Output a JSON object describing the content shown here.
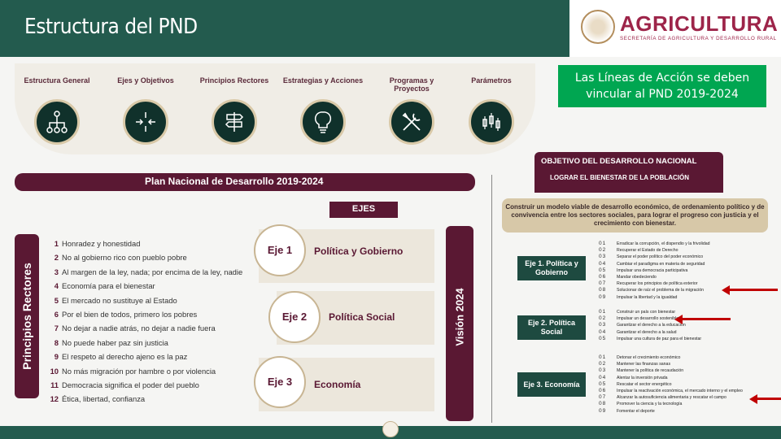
{
  "header": {
    "title": "Estructura del PND",
    "brand": "AGRICULTURA",
    "brand_sub": "SECRETARÍA DE AGRICULTURA Y DESARROLLO RURAL"
  },
  "callout": "Las Líneas de Acción se deben vincular al PND 2019-2024",
  "structure_steps": [
    {
      "label": "Estructura General",
      "icon": "hierarchy-icon"
    },
    {
      "label": "Ejes y Objetivos",
      "icon": "converge-arrows-icon"
    },
    {
      "label": "Principios Rectores",
      "icon": "signpost-icon"
    },
    {
      "label": "Estrategias y Acciones",
      "icon": "lightbulb-icon"
    },
    {
      "label": "Programas y Proyectos",
      "icon": "tools-icon"
    },
    {
      "label": "Parámetros",
      "icon": "candlestick-chart-icon"
    }
  ],
  "plan": {
    "banner": "Plan Nacional de Desarrollo 2019-2024",
    "ejes_banner": "EJES",
    "principios_label": "Principios Rectores",
    "vision_label": "Visión 2024",
    "principles": [
      {
        "n": "1",
        "text": "Honradez y honestidad"
      },
      {
        "n": "2",
        "text": "No al gobierno rico con pueblo pobre"
      },
      {
        "n": "3",
        "text": "Al margen de la ley, nada; por encima de la ley, nadie"
      },
      {
        "n": "4",
        "text": "Economía para el bienestar"
      },
      {
        "n": "5",
        "text": "El mercado no sustituye al Estado"
      },
      {
        "n": "6",
        "text": "Por el bien de todos, primero los pobres"
      },
      {
        "n": "7",
        "text": "No dejar a nadie atrás, no dejar a nadie fuera"
      },
      {
        "n": "8",
        "text": "No puede haber paz sin justicia"
      },
      {
        "n": "9",
        "text": "El respeto al derecho ajeno es la paz"
      },
      {
        "n": "10",
        "text": "No más migración por hambre o por violencia"
      },
      {
        "n": "11",
        "text": "Democracia significa el poder del pueblo"
      },
      {
        "n": "12",
        "text": "Ética, libertad, confianza"
      }
    ],
    "ejes": [
      {
        "label": "Eje 1",
        "name": "Política y Gobierno"
      },
      {
        "label": "Eje 2",
        "name": "Política Social"
      },
      {
        "label": "Eje 3",
        "name": "Economía"
      }
    ]
  },
  "right_panel": {
    "objetivo_title": "OBJETIVO DEL DESARROLLO NACIONAL",
    "objetivo_sub": "LOGRAR EL BIENESTAR DE LA POBLACIÓN",
    "construir": "Construir un modelo viable de desarrollo económico, de ordenamiento político y de convivencia entre los sectores sociales, para lograr el progreso con justicia y el crecimiento con bienestar.",
    "groups": [
      {
        "label": "Eje 1. Política y Gobierno",
        "items": [
          {
            "n": "01",
            "text": "Erradicar la corrupción, el dispendio y la frivolidad"
          },
          {
            "n": "02",
            "text": "Recuperar el Estado de Derecho"
          },
          {
            "n": "03",
            "text": "Separar el poder político del poder económico"
          },
          {
            "n": "04",
            "text": "Cambiar el paradigma en materia de seguridad"
          },
          {
            "n": "05",
            "text": "Impulsar una democracia participativa"
          },
          {
            "n": "06",
            "text": "Mandar obedeciendo"
          },
          {
            "n": "07",
            "text": "Recuperar los principios de política exterior"
          },
          {
            "n": "08",
            "text": "Solucionar de raíz el problema de la migración"
          },
          {
            "n": "09",
            "text": "Impulsar la libertad y la igualdad"
          }
        ]
      },
      {
        "label": "Eje 2. Política Social",
        "items": [
          {
            "n": "01",
            "text": "Construir un país con bienestar"
          },
          {
            "n": "02",
            "text": "Impulsar un desarrollo sostenible"
          },
          {
            "n": "03",
            "text": "Garantizar el derecho a la educación"
          },
          {
            "n": "04",
            "text": "Garantizar el derecho a la salud"
          },
          {
            "n": "05",
            "text": "Impulsar una cultura de paz para el bienestar"
          }
        ]
      },
      {
        "label": "Eje 3. Economía",
        "items": [
          {
            "n": "01",
            "text": "Detonar el crecimiento económico"
          },
          {
            "n": "02",
            "text": "Mantener las finanzas sanas"
          },
          {
            "n": "03",
            "text": "Mantener la política de recaudación"
          },
          {
            "n": "04",
            "text": "Alentar la inversión privada"
          },
          {
            "n": "05",
            "text": "Rescatar el sector energético"
          },
          {
            "n": "06",
            "text": "Impulsar la reactivación económica, el mercado interno y el empleo"
          },
          {
            "n": "07",
            "text": "Alcanzar la autosuficiencia alimentaria y rescatar el campo"
          },
          {
            "n": "08",
            "text": "Promover la ciencia y la tecnología"
          },
          {
            "n": "09",
            "text": "Fomentar el deporte"
          }
        ]
      }
    ]
  },
  "colors": {
    "green": "#235b4e",
    "maroon": "#5a1833",
    "accent_green": "#00a651",
    "arrow_red": "#c00000"
  }
}
